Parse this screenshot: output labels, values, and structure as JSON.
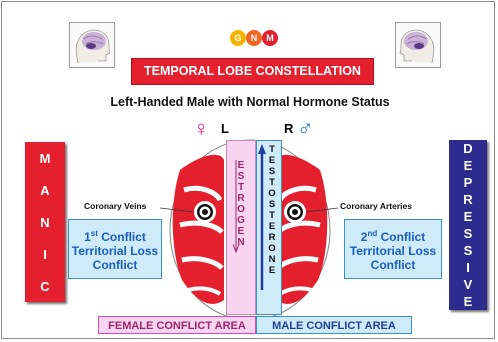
{
  "logo": [
    {
      "letter": "G",
      "color": "#f4b400"
    },
    {
      "letter": "N",
      "color": "#f26522"
    },
    {
      "letter": "M",
      "color": "#e4202e"
    }
  ],
  "title": "TEMPORAL LOBE  CONSTELLATION",
  "subtitle": "Left-Handed Male with Normal Hormone Status",
  "left_side": {
    "symbol": "♀",
    "letter": "L",
    "mood": [
      "M",
      "A",
      "N",
      "I",
      "C"
    ],
    "vessel": "Coronary Veins",
    "conflict": {
      "ordinal": "1",
      "sup": "st",
      "line1": " Conflict",
      "line2": "Territorial Loss",
      "line3": "Conflict"
    }
  },
  "right_side": {
    "symbol": "♂",
    "letter": "R",
    "mood": [
      "D",
      "E",
      "P",
      "R",
      "E",
      "S",
      "S",
      "I",
      "V",
      "E"
    ],
    "vessel": "Coronary Arteries",
    "conflict": {
      "ordinal": "2",
      "sup": "nd",
      "line1": " Conflict",
      "line2": "Territorial Loss",
      "line3": "Conflict"
    }
  },
  "estrogen": [
    "E",
    "S",
    "T",
    "R",
    "O",
    "G",
    "E",
    "N"
  ],
  "testosterone": [
    "T",
    "E",
    "S",
    "T",
    "O",
    "S",
    "T",
    "E",
    "R",
    "O",
    "N",
    "E"
  ],
  "areas": {
    "female": "FEMALE CONFLICT AREA",
    "male": "MALE CONFLICT AREA"
  },
  "colors": {
    "red": "#e4202e",
    "blue_dark": "#2b2c8e",
    "conflict_text": "#1a5fbf",
    "female_bg": "#f7d4f0",
    "male_bg": "#cfeaf8",
    "female_symbol": "#e8207a",
    "male_symbol": "#1f74c9"
  }
}
